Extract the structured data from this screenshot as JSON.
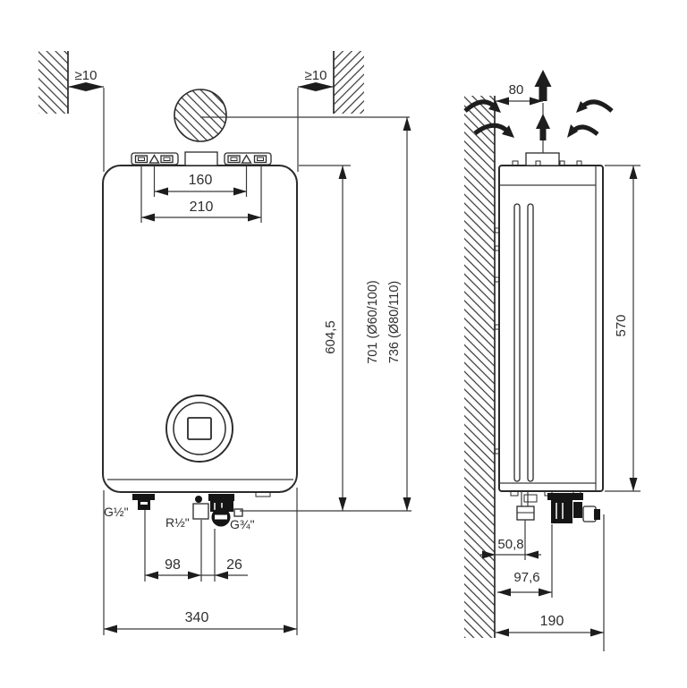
{
  "front_view": {
    "clearance_left": "≥10",
    "clearance_right": "≥10",
    "dim_flue_bracket_inner": "160",
    "dim_bracket_outer": "210",
    "dim_case_height": "604,5",
    "dim_total_height_60_100": "701 (Ø60/100)",
    "dim_total_height_80_110": "736 (Ø80/110)",
    "conn_left_label": "G½\"",
    "conn_mid_label": "R½\"",
    "conn_right_label": "G¾\"",
    "dim_conn_spacing": "98",
    "dim_conn_offset": "26",
    "dim_width": "340"
  },
  "side_view": {
    "dim_flue_offset": "80",
    "dim_case_height": "570",
    "dim_pipe_offset": "50,8",
    "dim_valve_offset": "97,6",
    "dim_depth": "190"
  }
}
